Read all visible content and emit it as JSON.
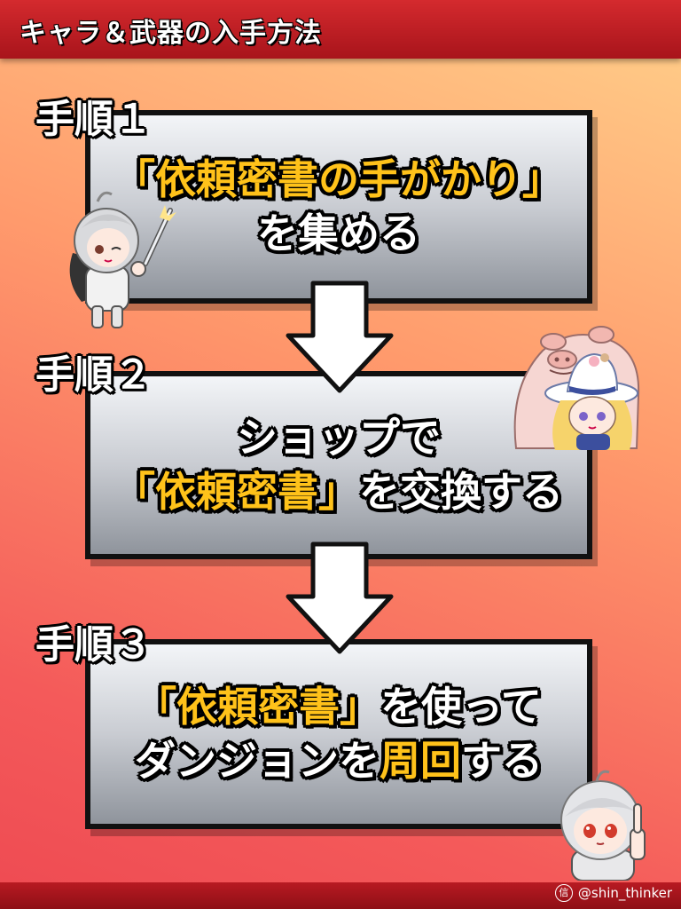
{
  "title": "キャラ＆武器の入手方法",
  "steps": [
    {
      "label": "手順１",
      "line1_a": "「依頼密書の手がかり」",
      "line2_a": "を集める"
    },
    {
      "label": "手順２",
      "line1_a": "ショップで",
      "line2_a": "「依頼密書」",
      "line2_b": "を交換する"
    },
    {
      "label": "手順３",
      "line1_a": "「依頼密書」",
      "line1_b": "を使って",
      "line2_a": "ダンジョンを",
      "line2_b": "周回",
      "line2_c": "する"
    }
  ],
  "credit": {
    "icon": "信",
    "handle": "@shin_thinker"
  },
  "colors": {
    "highlight": "#ffc21a",
    "titlebar": "#c01f25"
  }
}
